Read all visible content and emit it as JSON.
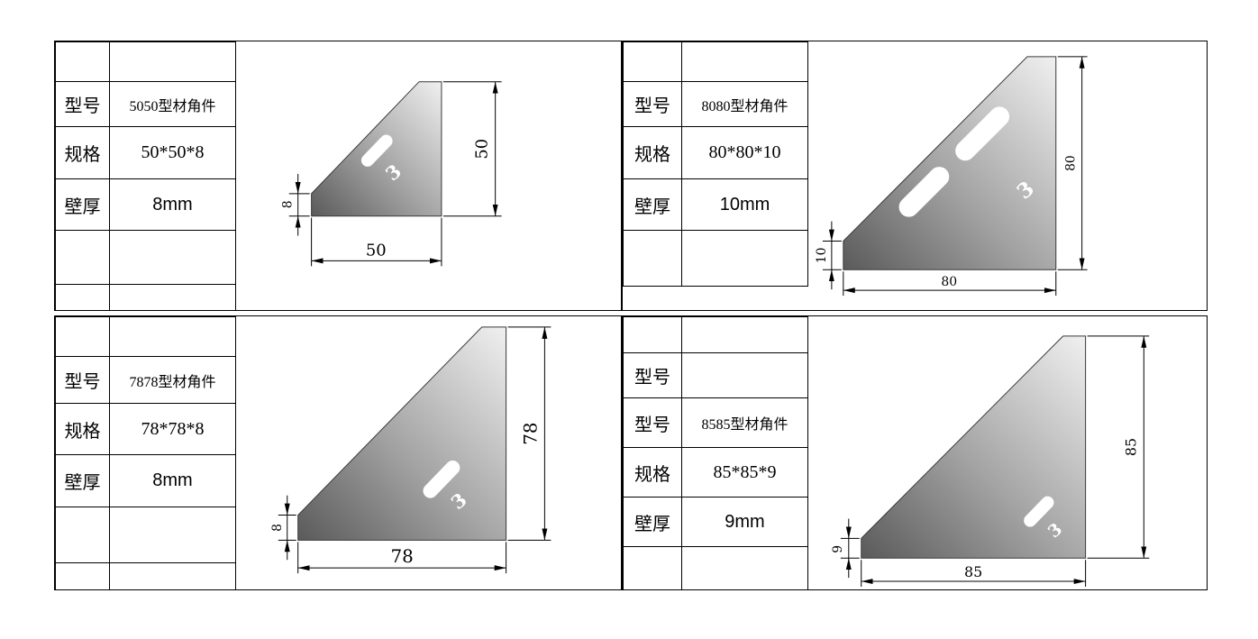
{
  "document": {
    "background": "#ffffff",
    "line_color": "#000000",
    "metal_dark": "#5a5a5a",
    "metal_light": "#f0f0f0",
    "screw_slot_glyph": "3"
  },
  "panels": [
    {
      "id": "panel-5050",
      "table": {
        "rows": [
          {
            "label": "型号",
            "value": "5050型材角件"
          },
          {
            "label": "规格",
            "value": "50*50*8"
          },
          {
            "label": "壁厚",
            "value": "8mm"
          }
        ]
      },
      "dims": {
        "height": "50",
        "width": "50",
        "thickness": "8"
      }
    },
    {
      "id": "panel-8080",
      "table": {
        "rows": [
          {
            "label": "型号",
            "value": "8080型材角件"
          },
          {
            "label": "规格",
            "value": "80*80*10"
          },
          {
            "label": "壁厚",
            "value": "10mm"
          }
        ]
      },
      "dims": {
        "height": "80",
        "width": "80",
        "thickness": "10"
      }
    },
    {
      "id": "panel-7878",
      "table": {
        "rows": [
          {
            "label": "型号",
            "value": "7878型材角件"
          },
          {
            "label": "规格",
            "value": "78*78*8"
          },
          {
            "label": "壁厚",
            "value": "8mm"
          }
        ]
      },
      "dims": {
        "height": "78",
        "width": "78",
        "thickness": "8"
      }
    },
    {
      "id": "panel-8585",
      "table": {
        "rows": [
          {
            "label": "型号",
            "value": ""
          },
          {
            "label": "型号",
            "value": "8585型材角件"
          },
          {
            "label": "规格",
            "value": "85*85*9"
          },
          {
            "label": "壁厚",
            "value": "9mm"
          }
        ]
      },
      "dims": {
        "height": "85",
        "width": "85",
        "thickness": "9"
      }
    }
  ]
}
